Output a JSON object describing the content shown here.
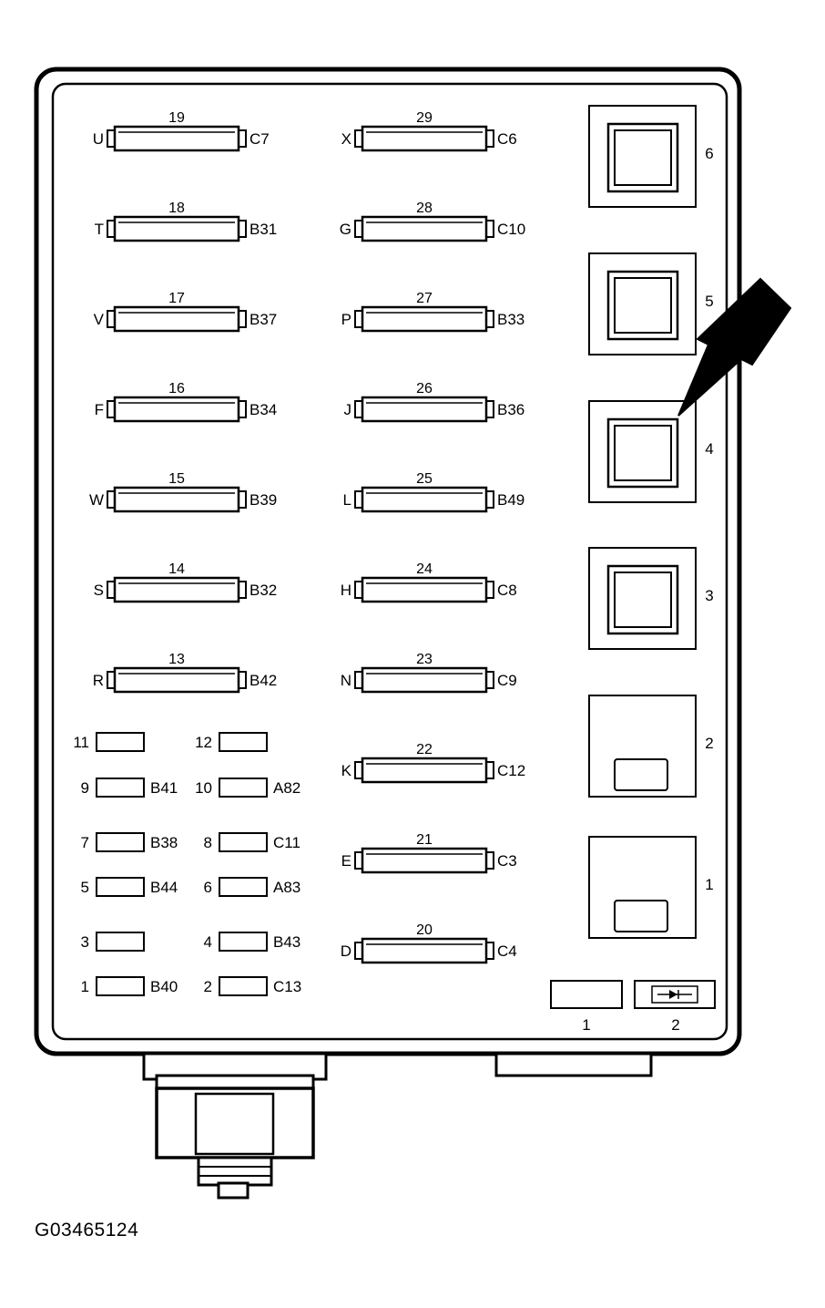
{
  "figure_id": "G03465124",
  "colors": {
    "stroke": "#000000",
    "relay_fill": "#ffffff",
    "background": "#ffffff"
  },
  "icons": {
    "pointer": "arrow-pointer-icon",
    "diode": "diode-icon"
  },
  "fuses_left": [
    {
      "num": "19",
      "left": "U",
      "right": "C7"
    },
    {
      "num": "18",
      "left": "T",
      "right": "B31"
    },
    {
      "num": "17",
      "left": "V",
      "right": "B37"
    },
    {
      "num": "16",
      "left": "F",
      "right": "B34"
    },
    {
      "num": "15",
      "left": "W",
      "right": "B39"
    },
    {
      "num": "14",
      "left": "S",
      "right": "B32"
    },
    {
      "num": "13",
      "left": "R",
      "right": "B42"
    }
  ],
  "fuses_mid": [
    {
      "num": "29",
      "left": "X",
      "right": "C6"
    },
    {
      "num": "28",
      "left": "G",
      "right": "C10"
    },
    {
      "num": "27",
      "left": "P",
      "right": "B33"
    },
    {
      "num": "26",
      "left": "J",
      "right": "B36"
    },
    {
      "num": "25",
      "left": "L",
      "right": "B49"
    },
    {
      "num": "24",
      "left": "H",
      "right": "C8"
    },
    {
      "num": "23",
      "left": "N",
      "right": "C9"
    },
    {
      "num": "22",
      "left": "K",
      "right": "C12"
    },
    {
      "num": "21",
      "left": "E",
      "right": "C3"
    },
    {
      "num": "20",
      "left": "D",
      "right": "C4"
    }
  ],
  "mini_fuses": [
    {
      "num": "11",
      "code": ""
    },
    {
      "num": "12",
      "code": ""
    },
    {
      "num": "9",
      "code": "B41"
    },
    {
      "num": "10",
      "code": "A82"
    },
    {
      "num": "7",
      "code": "B38"
    },
    {
      "num": "8",
      "code": "C11"
    },
    {
      "num": "5",
      "code": "B44"
    },
    {
      "num": "6",
      "code": "A83"
    },
    {
      "num": "3",
      "code": ""
    },
    {
      "num": "4",
      "code": "B43"
    },
    {
      "num": "1",
      "code": "B40"
    },
    {
      "num": "2",
      "code": "C13"
    }
  ],
  "relays": [
    {
      "num": "6"
    },
    {
      "num": "5"
    },
    {
      "num": "4"
    },
    {
      "num": "3"
    },
    {
      "num": "2"
    },
    {
      "num": "1"
    }
  ],
  "bottom_modules": [
    {
      "num": "1"
    },
    {
      "num": "2"
    }
  ]
}
